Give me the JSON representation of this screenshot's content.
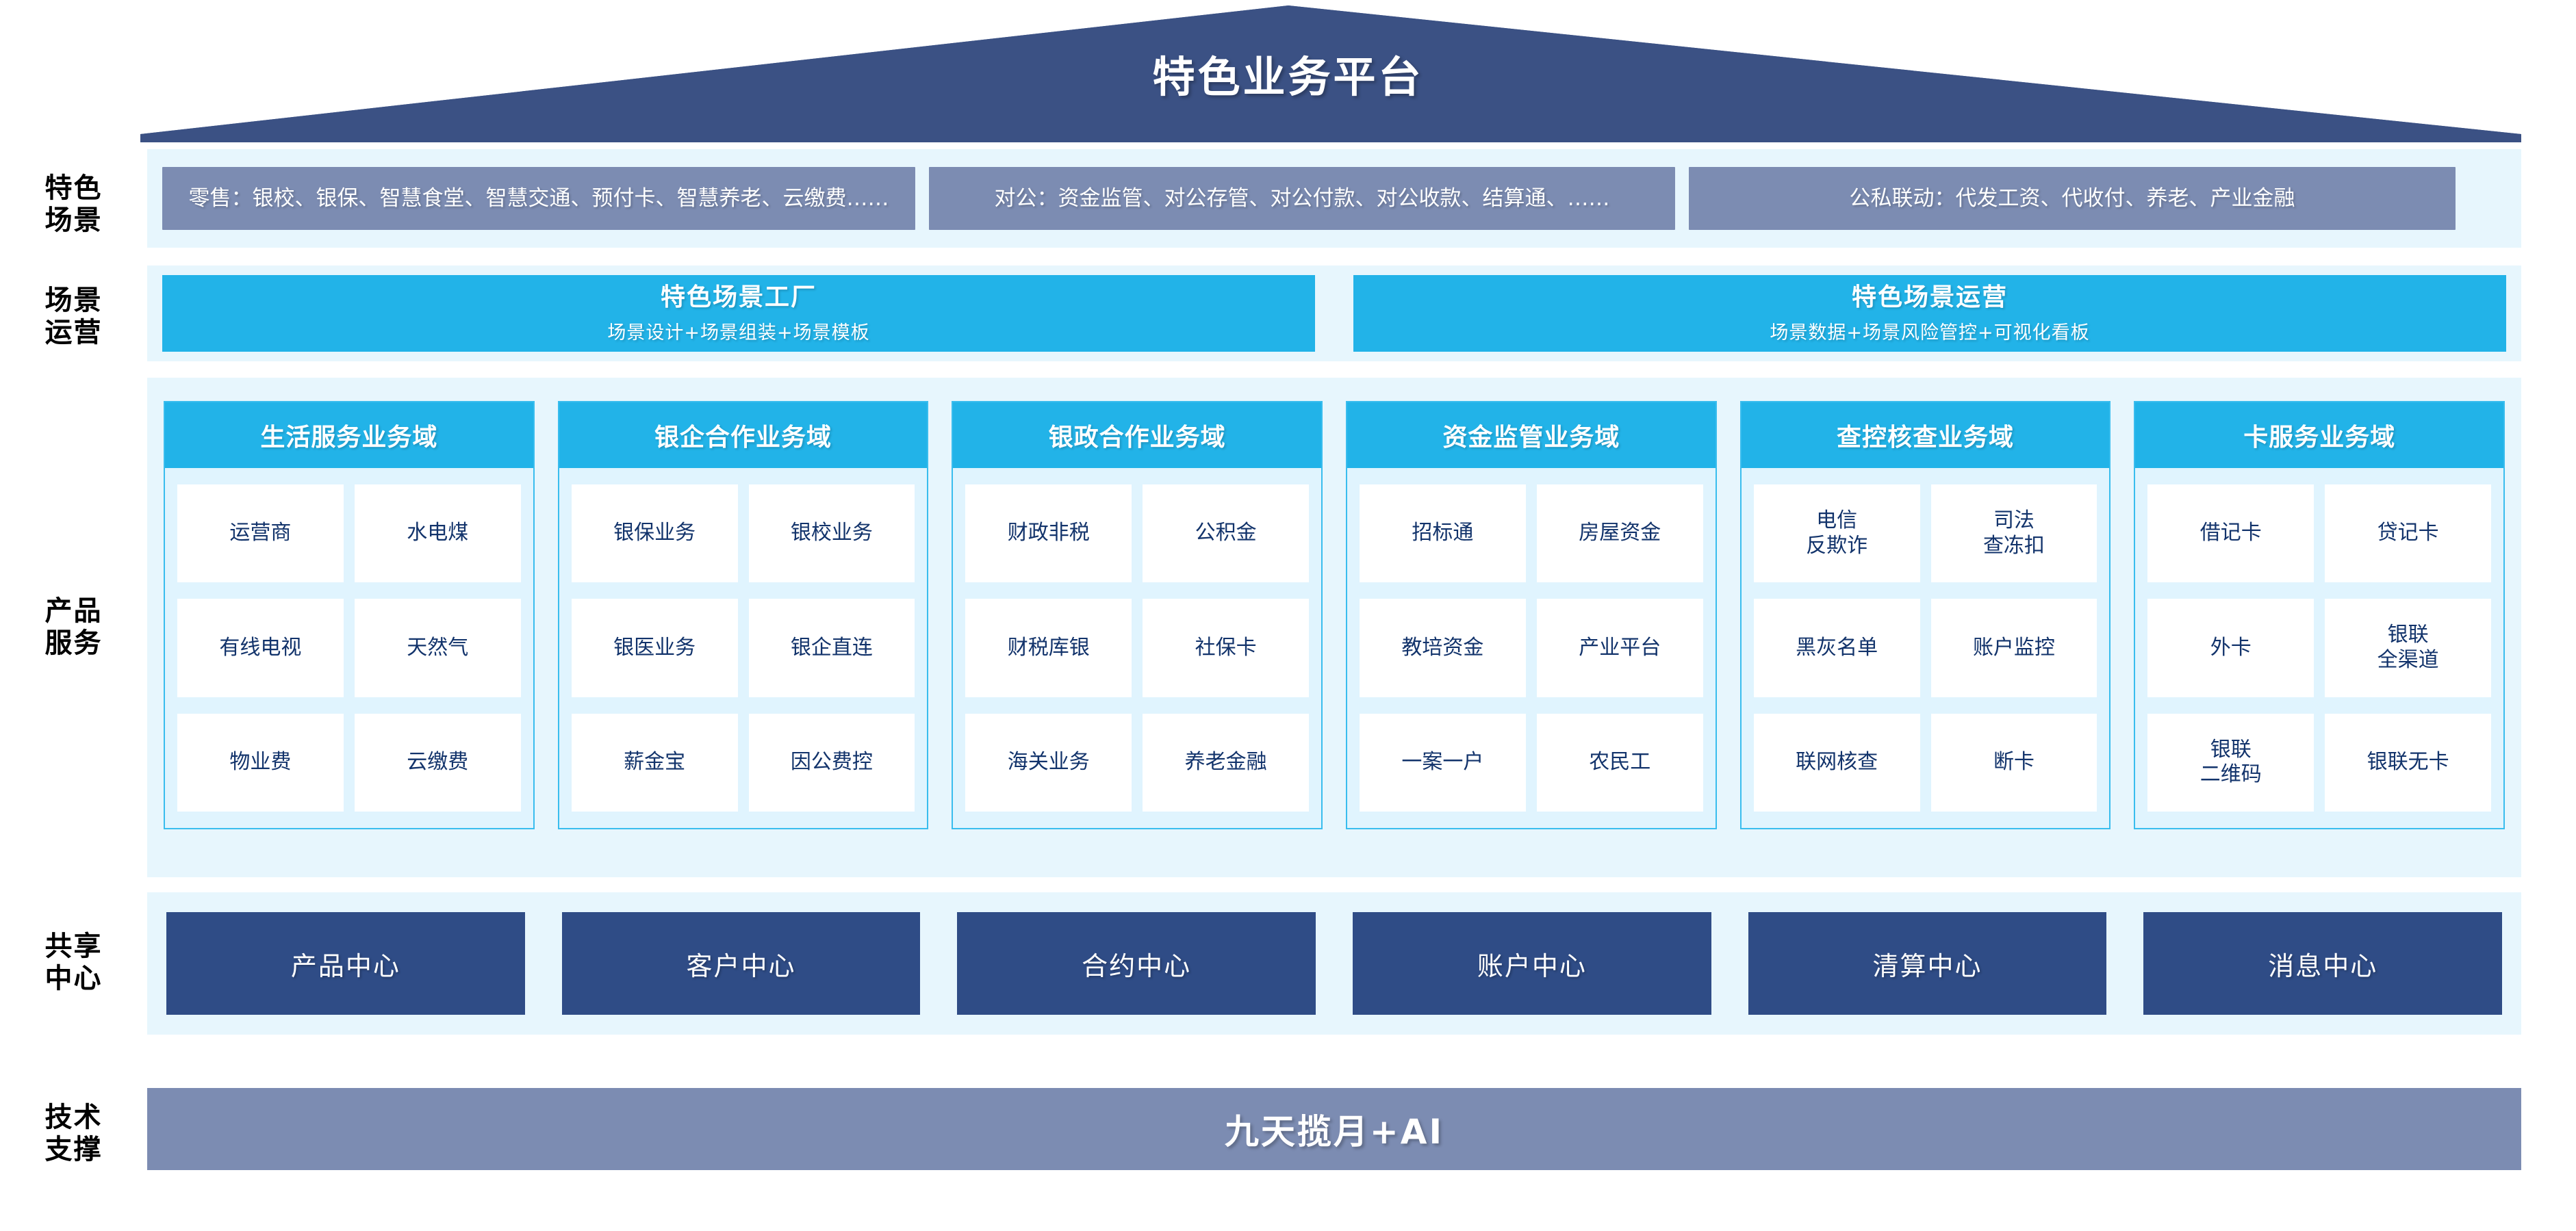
{
  "header": {
    "title": "特色业务平台"
  },
  "rows": {
    "scene": {
      "label_line1": "特色",
      "label_line2": "场景"
    },
    "ops": {
      "label_line1": "场景",
      "label_line2": "运营"
    },
    "product": {
      "label_line1": "产品",
      "label_line2": "服务"
    },
    "share": {
      "label_line1": "共享",
      "label_line2": "中心"
    },
    "tech": {
      "label_line1": "技术",
      "label_line2": "支撑"
    }
  },
  "scenes": [
    {
      "text": "零售：银校、银保、智慧食堂、智慧交通、预付卡、智慧养老、云缴费……"
    },
    {
      "text": "对公：资金监管、对公存管、对公付款、对公收款、结算通、……"
    },
    {
      "text": "公私联动：代发工资、代收付、养老、产业金融"
    }
  ],
  "operations": [
    {
      "title": "特色场景工厂",
      "subtitle": "场景设计+场景组装+场景模板"
    },
    {
      "title": "特色场景运营",
      "subtitle": "场景数据+场景风险管控+可视化看板"
    }
  ],
  "domains": [
    {
      "title": "生活服务业务域",
      "items": [
        "运营商",
        "水电煤",
        "有线电视",
        "天然气",
        "物业费",
        "云缴费"
      ]
    },
    {
      "title": "银企合作业务域",
      "items": [
        "银保业务",
        "银校业务",
        "银医业务",
        "银企直连",
        "薪金宝",
        "因公费控"
      ]
    },
    {
      "title": "银政合作业务域",
      "items": [
        "财政非税",
        "公积金",
        "财税库银",
        "社保卡",
        "海关业务",
        "养老金融"
      ]
    },
    {
      "title": "资金监管业务域",
      "items": [
        "招标通",
        "房屋资金",
        "教培资金",
        "产业平台",
        "一案一户",
        "农民工"
      ]
    },
    {
      "title": "查控核查业务域",
      "items": [
        "电信\n反欺诈",
        "司法\n查冻扣",
        "黑灰名单",
        "账户监控",
        "联网核查",
        "断卡"
      ]
    },
    {
      "title": "卡服务业务域",
      "items": [
        "借记卡",
        "贷记卡",
        "外卡",
        "银联\n全渠道",
        "银联\n二维码",
        "银联无卡"
      ]
    }
  ],
  "shared_centers": [
    {
      "label": "产品中心"
    },
    {
      "label": "客户中心"
    },
    {
      "label": "合约中心"
    },
    {
      "label": "账户中心"
    },
    {
      "label": "清算中心"
    },
    {
      "label": "消息中心"
    }
  ],
  "tech_support": {
    "label": "九天揽月+AI"
  },
  "colors": {
    "roof_navy": "#3B5184",
    "scene_slate": "#7C8CB2",
    "cyan": "#22B3E8",
    "panel_bg": "#E7F6FD",
    "card_bg": "#E0F4FE",
    "card_border": "#39BDEE",
    "cell_text": "#12336B",
    "center_navy": "#2F4C86",
    "tech_slate": "#7C8CB2"
  }
}
